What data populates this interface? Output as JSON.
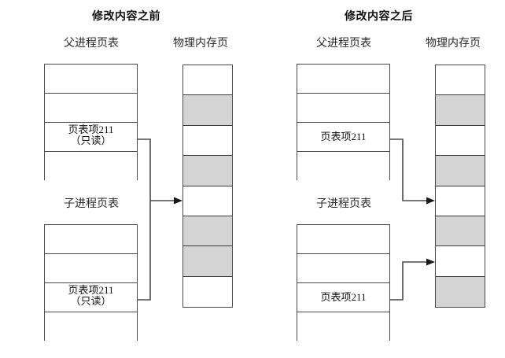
{
  "figure": {
    "type": "diagram",
    "topic": "copy-on-write-page-tables"
  },
  "panels": [
    {
      "id": "before",
      "title": "修改内容之前",
      "tables": [
        {
          "id": "parent-page-table",
          "label": "父进程页表",
          "rows": [
            {
              "lines": []
            },
            {
              "lines": []
            },
            {
              "lines": [
                "页表项211",
                "（只读）"
              ]
            },
            {
              "lines": []
            }
          ]
        },
        {
          "id": "child-page-table",
          "label": "子进程页表",
          "rows": [
            {
              "lines": []
            },
            {
              "lines": []
            },
            {
              "lines": [
                "页表项211",
                "（只读）"
              ]
            },
            {
              "lines": []
            }
          ]
        }
      ],
      "memory": {
        "label": "物理内存页",
        "cells": [
          {
            "filled": false
          },
          {
            "filled": true
          },
          {
            "filled": false
          },
          {
            "filled": true
          },
          {
            "filled": false
          },
          {
            "filled": true
          },
          {
            "filled": true
          },
          {
            "filled": false
          }
        ]
      },
      "arrows": [
        {
          "from": [
            "parent-page-table.row3",
            "child-page-table.row3"
          ],
          "to": "memory.cell5",
          "merged": true
        }
      ]
    },
    {
      "id": "after",
      "title": "修改内容之后",
      "tables": [
        {
          "id": "parent-page-table",
          "label": "父进程页表",
          "rows": [
            {
              "lines": []
            },
            {
              "lines": []
            },
            {
              "lines": [
                "页表项211"
              ]
            },
            {
              "lines": []
            }
          ]
        },
        {
          "id": "child-page-table",
          "label": "子进程页表",
          "rows": [
            {
              "lines": []
            },
            {
              "lines": []
            },
            {
              "lines": [
                "页表项211"
              ]
            },
            {
              "lines": []
            }
          ]
        }
      ],
      "memory": {
        "label": "物理内存页",
        "cells": [
          {
            "filled": false
          },
          {
            "filled": true
          },
          {
            "filled": false
          },
          {
            "filled": true
          },
          {
            "filled": false
          },
          {
            "filled": true
          },
          {
            "filled": false
          },
          {
            "filled": true
          }
        ]
      },
      "arrows": [
        {
          "from": [
            "parent-page-table.row3"
          ],
          "to": "memory.cell5",
          "merged": false
        },
        {
          "from": [
            "child-page-table.row3"
          ],
          "to": "memory.cell7",
          "merged": false
        }
      ]
    }
  ],
  "colors": {
    "stroke": "#4a4a4a",
    "fill_gray": "#d4d4d4",
    "background": "#ffffff",
    "text": "#111111"
  }
}
